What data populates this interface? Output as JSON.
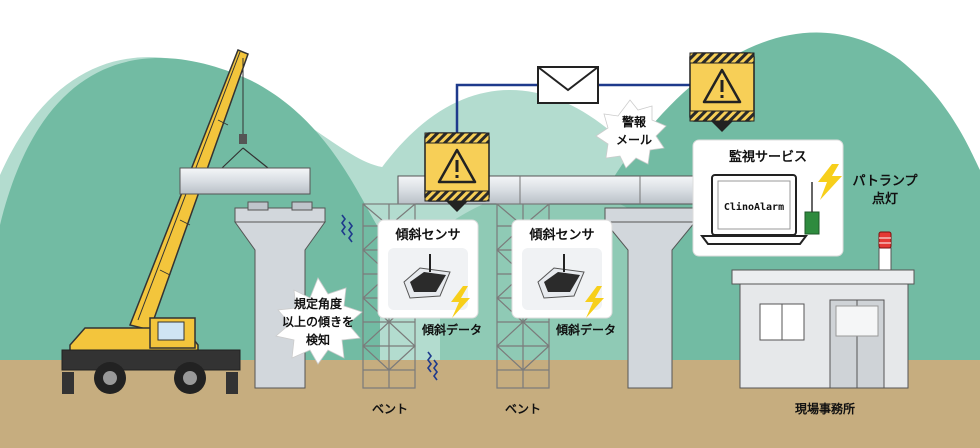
{
  "labels": {
    "detect_text": [
      "規定角度",
      "以上の傾きを",
      "検知"
    ],
    "sensor_title_1": "傾斜センサ",
    "sensor_title_2": "傾斜センサ",
    "sensor_data_1": "傾斜データ",
    "sensor_data_2": "傾斜データ",
    "bent_1": "ベント",
    "bent_2": "ベント",
    "mail_text": [
      "警報",
      "メール"
    ],
    "monitoring_title": "監視サービス",
    "app_name": "ClinoAlarm",
    "patlamp_text": [
      "パトランプ",
      "点灯"
    ],
    "office_label": "現場事務所"
  },
  "icons": {
    "warning": "warning-icon",
    "mail": "mail-icon",
    "lightning": "lightning-icon",
    "sensor": "sensor-device-icon",
    "patlamp": "patrol-lamp-icon"
  },
  "colors": {
    "sky": "#ffffff",
    "mountain_back": "#b3dccf",
    "mountain_front": "#72bba3",
    "ground": "#c6ad7f",
    "crane_yellow": "#f3c53c",
    "warning_yellow": "#f7cf57",
    "lightning": "#f7cf1b",
    "arrow_line": "#1e3a8c",
    "concrete": "#d2d7dc"
  }
}
